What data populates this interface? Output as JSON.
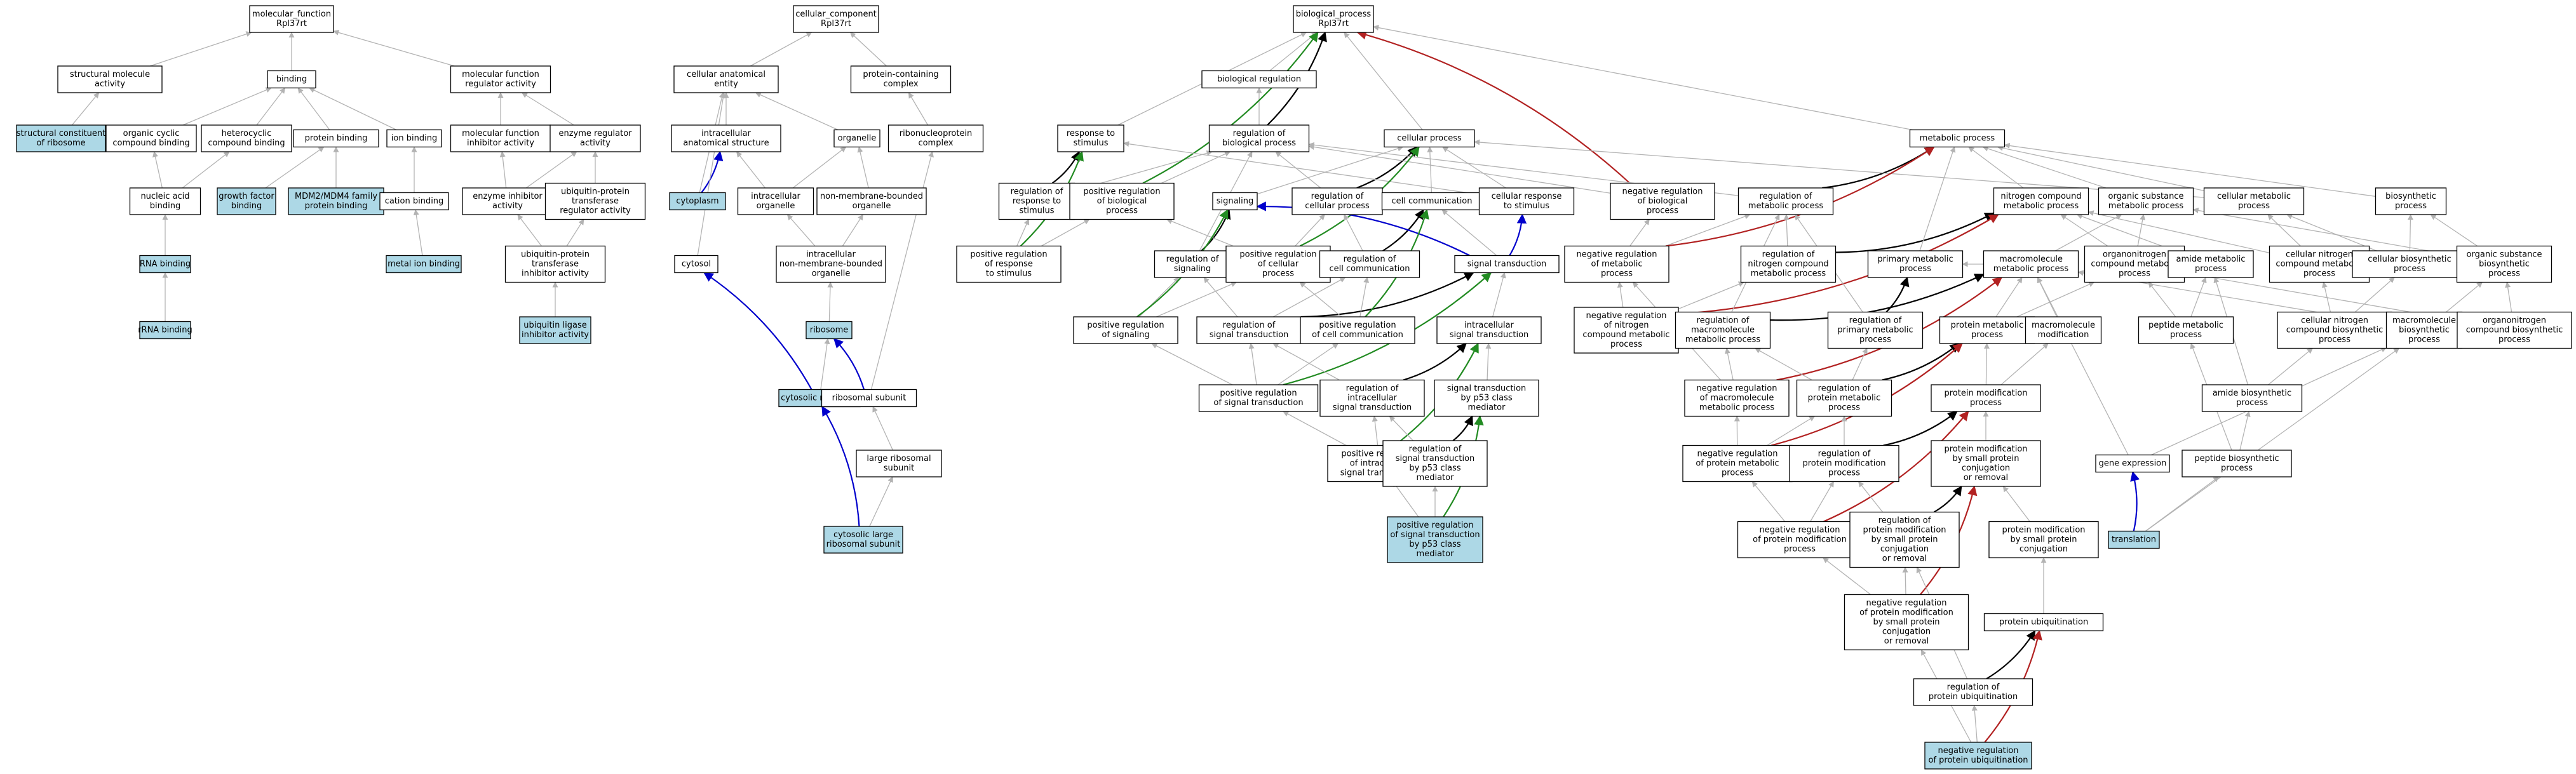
{
  "colors": {
    "highlight_fill": "#add8e6",
    "node_fill": "#ffffff",
    "is_a_edge": "#b3b3b3",
    "part_of_edge": "#000000",
    "regulates_edge": "#0000cc",
    "positively_regulates_edge": "#228b22",
    "negatively_regulates_edge": "#b22222"
  },
  "nodes": [
    {
      "id": "mf",
      "lines": [
        "molecular_function",
        "Rpl37rt"
      ]
    },
    {
      "id": "smact",
      "lines": [
        "structural molecule",
        "activity"
      ]
    },
    {
      "id": "binding",
      "lines": [
        "binding"
      ]
    },
    {
      "id": "mfreg",
      "lines": [
        "molecular function",
        "regulator activity"
      ]
    },
    {
      "id": "scrib",
      "lines": [
        "structural constituent",
        "of ribosome"
      ],
      "hl": true
    },
    {
      "id": "occb",
      "lines": [
        "organic cyclic",
        "compound binding"
      ]
    },
    {
      "id": "hccb",
      "lines": [
        "heterocyclic",
        "compound binding"
      ]
    },
    {
      "id": "protb",
      "lines": [
        "protein binding"
      ]
    },
    {
      "id": "ionb",
      "lines": [
        "ion binding"
      ]
    },
    {
      "id": "mfinh",
      "lines": [
        "molecular function",
        "inhibitor activity"
      ]
    },
    {
      "id": "enzreg",
      "lines": [
        "enzyme regulator",
        "activity"
      ]
    },
    {
      "id": "nab",
      "lines": [
        "nucleic acid",
        "binding"
      ]
    },
    {
      "id": "gfb",
      "lines": [
        "growth factor",
        "binding"
      ],
      "hl": true
    },
    {
      "id": "mdm",
      "lines": [
        "MDM2/MDM4 family",
        "protein binding"
      ],
      "hl": true
    },
    {
      "id": "cationb",
      "lines": [
        "cation binding"
      ]
    },
    {
      "id": "enzinh",
      "lines": [
        "enzyme inhibitor",
        "activity"
      ]
    },
    {
      "id": "uptra",
      "lines": [
        "ubiquitin-protein",
        "transferase",
        "regulator activity"
      ]
    },
    {
      "id": "rnab",
      "lines": [
        "RNA binding"
      ],
      "hl": true
    },
    {
      "id": "metalb",
      "lines": [
        "metal ion binding"
      ],
      "hl": true
    },
    {
      "id": "uptia",
      "lines": [
        "ubiquitin-protein",
        "transferase",
        "inhibitor activity"
      ]
    },
    {
      "id": "rrnab",
      "lines": [
        "rRNA binding"
      ],
      "hl": true
    },
    {
      "id": "uligia",
      "lines": [
        "ubiquitin ligase",
        "inhibitor activity"
      ],
      "hl": true
    },
    {
      "id": "cc",
      "lines": [
        "cellular_component",
        "Rpl37rt"
      ]
    },
    {
      "id": "cae",
      "lines": [
        "cellular anatomical",
        "entity"
      ]
    },
    {
      "id": "pcc",
      "lines": [
        "protein-containing",
        "complex"
      ]
    },
    {
      "id": "ias",
      "lines": [
        "intracellular",
        "anatomical structure"
      ]
    },
    {
      "id": "organelle",
      "lines": [
        "organelle"
      ]
    },
    {
      "id": "rnpc",
      "lines": [
        "ribonucleoprotein",
        "complex"
      ]
    },
    {
      "id": "cytoplasm",
      "lines": [
        "cytoplasm"
      ],
      "hl": true
    },
    {
      "id": "iorg",
      "lines": [
        "intracellular",
        "organelle"
      ]
    },
    {
      "id": "nmbo",
      "lines": [
        "non-membrane-bounded",
        "organelle"
      ]
    },
    {
      "id": "inmbo",
      "lines": [
        "intracellular",
        "non-membrane-bounded",
        "organelle"
      ]
    },
    {
      "id": "cytosol",
      "lines": [
        "cytosol"
      ]
    },
    {
      "id": "ribosome",
      "lines": [
        "ribosome"
      ],
      "hl": true
    },
    {
      "id": "cytrib",
      "lines": [
        "cytosolic ribosome"
      ],
      "hl": true
    },
    {
      "id": "ribsub",
      "lines": [
        "ribosomal subunit"
      ]
    },
    {
      "id": "lrs",
      "lines": [
        "large ribosomal",
        "subunit"
      ]
    },
    {
      "id": "clrs",
      "lines": [
        "cytosolic large",
        "ribosomal subunit"
      ],
      "hl": true
    },
    {
      "id": "bp",
      "lines": [
        "biological_process",
        "Rpl37rt"
      ]
    },
    {
      "id": "bioreg",
      "lines": [
        "biological regulation"
      ]
    },
    {
      "id": "rts",
      "lines": [
        "response to",
        "stimulus"
      ]
    },
    {
      "id": "rbp",
      "lines": [
        "regulation of",
        "biological process"
      ]
    },
    {
      "id": "cproc",
      "lines": [
        "cellular process"
      ]
    },
    {
      "id": "metproc",
      "lines": [
        "metabolic process"
      ]
    },
    {
      "id": "rrts",
      "lines": [
        "regulation of",
        "response to",
        "stimulus"
      ]
    },
    {
      "id": "prbp",
      "lines": [
        "positive regulation",
        "of biological",
        "process"
      ]
    },
    {
      "id": "signaling",
      "lines": [
        "signaling"
      ]
    },
    {
      "id": "rcp",
      "lines": [
        "regulation of",
        "cellular process"
      ]
    },
    {
      "id": "ccomm",
      "lines": [
        "cell communication"
      ]
    },
    {
      "id": "crs",
      "lines": [
        "cellular response",
        "to stimulus"
      ]
    },
    {
      "id": "nrbp",
      "lines": [
        "negative regulation",
        "of biological",
        "process"
      ]
    },
    {
      "id": "rmp",
      "lines": [
        "regulation of",
        "metabolic process"
      ]
    },
    {
      "id": "ncmp",
      "lines": [
        "nitrogen compound",
        "metabolic process"
      ]
    },
    {
      "id": "osmp",
      "lines": [
        "organic substance",
        "metabolic process"
      ]
    },
    {
      "id": "cmp",
      "lines": [
        "cellular metabolic",
        "process"
      ]
    },
    {
      "id": "biosyn",
      "lines": [
        "biosynthetic",
        "process"
      ]
    },
    {
      "id": "prrts",
      "lines": [
        "positive regulation",
        "of response",
        "to stimulus"
      ]
    },
    {
      "id": "rsig",
      "lines": [
        "regulation of",
        "signaling"
      ]
    },
    {
      "id": "prcp",
      "lines": [
        "positive regulation",
        "of cellular",
        "process"
      ]
    },
    {
      "id": "rcc",
      "lines": [
        "regulation of",
        "cell communication"
      ]
    },
    {
      "id": "st",
      "lines": [
        "signal transduction"
      ]
    },
    {
      "id": "nrmp",
      "lines": [
        "negative regulation",
        "of metabolic",
        "process"
      ]
    },
    {
      "id": "rncmp",
      "lines": [
        "regulation of",
        "nitrogen compound",
        "metabolic process"
      ]
    },
    {
      "id": "pmp",
      "lines": [
        "primary metabolic",
        "process"
      ]
    },
    {
      "id": "mmp",
      "lines": [
        "macromolecule",
        "metabolic process"
      ]
    },
    {
      "id": "oncmp",
      "lines": [
        "organonitrogen",
        "compound metabolic",
        "process"
      ]
    },
    {
      "id": "amp",
      "lines": [
        "amide metabolic",
        "process"
      ]
    },
    {
      "id": "cncmp",
      "lines": [
        "cellular nitrogen",
        "compound metabolic",
        "process"
      ]
    },
    {
      "id": "cbp",
      "lines": [
        "cellular biosynthetic",
        "process"
      ]
    },
    {
      "id": "osbp",
      "lines": [
        "organic substance",
        "biosynthetic",
        "process"
      ]
    },
    {
      "id": "prsig",
      "lines": [
        "positive regulation",
        "of signaling"
      ]
    },
    {
      "id": "rst",
      "lines": [
        "regulation of",
        "signal transduction"
      ]
    },
    {
      "id": "prcc",
      "lines": [
        "positive regulation",
        "of cell communication"
      ]
    },
    {
      "id": "ist",
      "lines": [
        "intracellular",
        "signal transduction"
      ]
    },
    {
      "id": "nrncmp",
      "lines": [
        "negative regulation",
        "of nitrogen",
        "compound metabolic",
        "process"
      ]
    },
    {
      "id": "rmmp",
      "lines": [
        "regulation of",
        "macromolecule",
        "metabolic process"
      ]
    },
    {
      "id": "rpmp",
      "lines": [
        "regulation of",
        "primary metabolic",
        "process"
      ]
    },
    {
      "id": "protmp",
      "lines": [
        "protein metabolic",
        "process"
      ]
    },
    {
      "id": "mmod",
      "lines": [
        "macromolecule",
        "modification"
      ]
    },
    {
      "id": "pepmp",
      "lines": [
        "peptide metabolic",
        "process"
      ]
    },
    {
      "id": "cncbp",
      "lines": [
        "cellular nitrogen",
        "compound biosynthetic",
        "process"
      ]
    },
    {
      "id": "mbp",
      "lines": [
        "macromolecule",
        "biosynthetic",
        "process"
      ]
    },
    {
      "id": "onbp",
      "lines": [
        "organonitrogen",
        "compound biosynthetic",
        "process"
      ]
    },
    {
      "id": "prst",
      "lines": [
        "positive regulation",
        "of signal transduction"
      ]
    },
    {
      "id": "rist",
      "lines": [
        "regulation of",
        "intracellular",
        "signal transduction"
      ]
    },
    {
      "id": "stp53",
      "lines": [
        "signal transduction",
        "by p53 class",
        "mediator"
      ]
    },
    {
      "id": "nrmmp",
      "lines": [
        "negative regulation",
        "of macromolecule",
        "metabolic process"
      ]
    },
    {
      "id": "rprotmp",
      "lines": [
        "regulation of",
        "protein metabolic",
        "process"
      ]
    },
    {
      "id": "pmod",
      "lines": [
        "protein modification",
        "process"
      ]
    },
    {
      "id": "abp",
      "lines": [
        "amide biosynthetic",
        "process"
      ]
    },
    {
      "id": "prist",
      "lines": [
        "positive regulation",
        "of intracellular",
        "signal transduction"
      ]
    },
    {
      "id": "rstp53",
      "lines": [
        "regulation of",
        "signal transduction",
        "by p53 class",
        "mediator"
      ]
    },
    {
      "id": "nrpmp",
      "lines": [
        "negative regulation",
        "of protein metabolic",
        "process"
      ]
    },
    {
      "id": "rpmod",
      "lines": [
        "regulation of",
        "protein modification",
        "process"
      ]
    },
    {
      "id": "pmspc",
      "lines": [
        "protein modification",
        "by small protein",
        "conjugation",
        "or removal"
      ]
    },
    {
      "id": "geneexp",
      "lines": [
        "gene expression"
      ]
    },
    {
      "id": "pepbp",
      "lines": [
        "peptide biosynthetic",
        "process"
      ]
    },
    {
      "id": "prstp53",
      "lines": [
        "positive regulation",
        "of signal transduction",
        "by p53 class",
        "mediator"
      ],
      "hl": true
    },
    {
      "id": "nrpmod",
      "lines": [
        "negative regulation",
        "of protein modification",
        "process"
      ]
    },
    {
      "id": "rpmspc",
      "lines": [
        "regulation of",
        "protein modification",
        "by small protein",
        "conjugation",
        "or removal"
      ]
    },
    {
      "id": "pmspcj",
      "lines": [
        "protein modification",
        "by small protein",
        "conjugation"
      ]
    },
    {
      "id": "translation",
      "lines": [
        "translation"
      ],
      "hl": true
    },
    {
      "id": "nrpmspc",
      "lines": [
        "negative regulation",
        "of protein modification",
        "by small protein",
        "conjugation",
        "or removal"
      ]
    },
    {
      "id": "pubq",
      "lines": [
        "protein ubiquitination"
      ]
    },
    {
      "id": "rpubq",
      "lines": [
        "regulation of",
        "protein ubiquitination"
      ]
    },
    {
      "id": "nrpubq",
      "lines": [
        "negative regulation",
        "of protein ubiquitination"
      ],
      "hl": true
    }
  ]
}
